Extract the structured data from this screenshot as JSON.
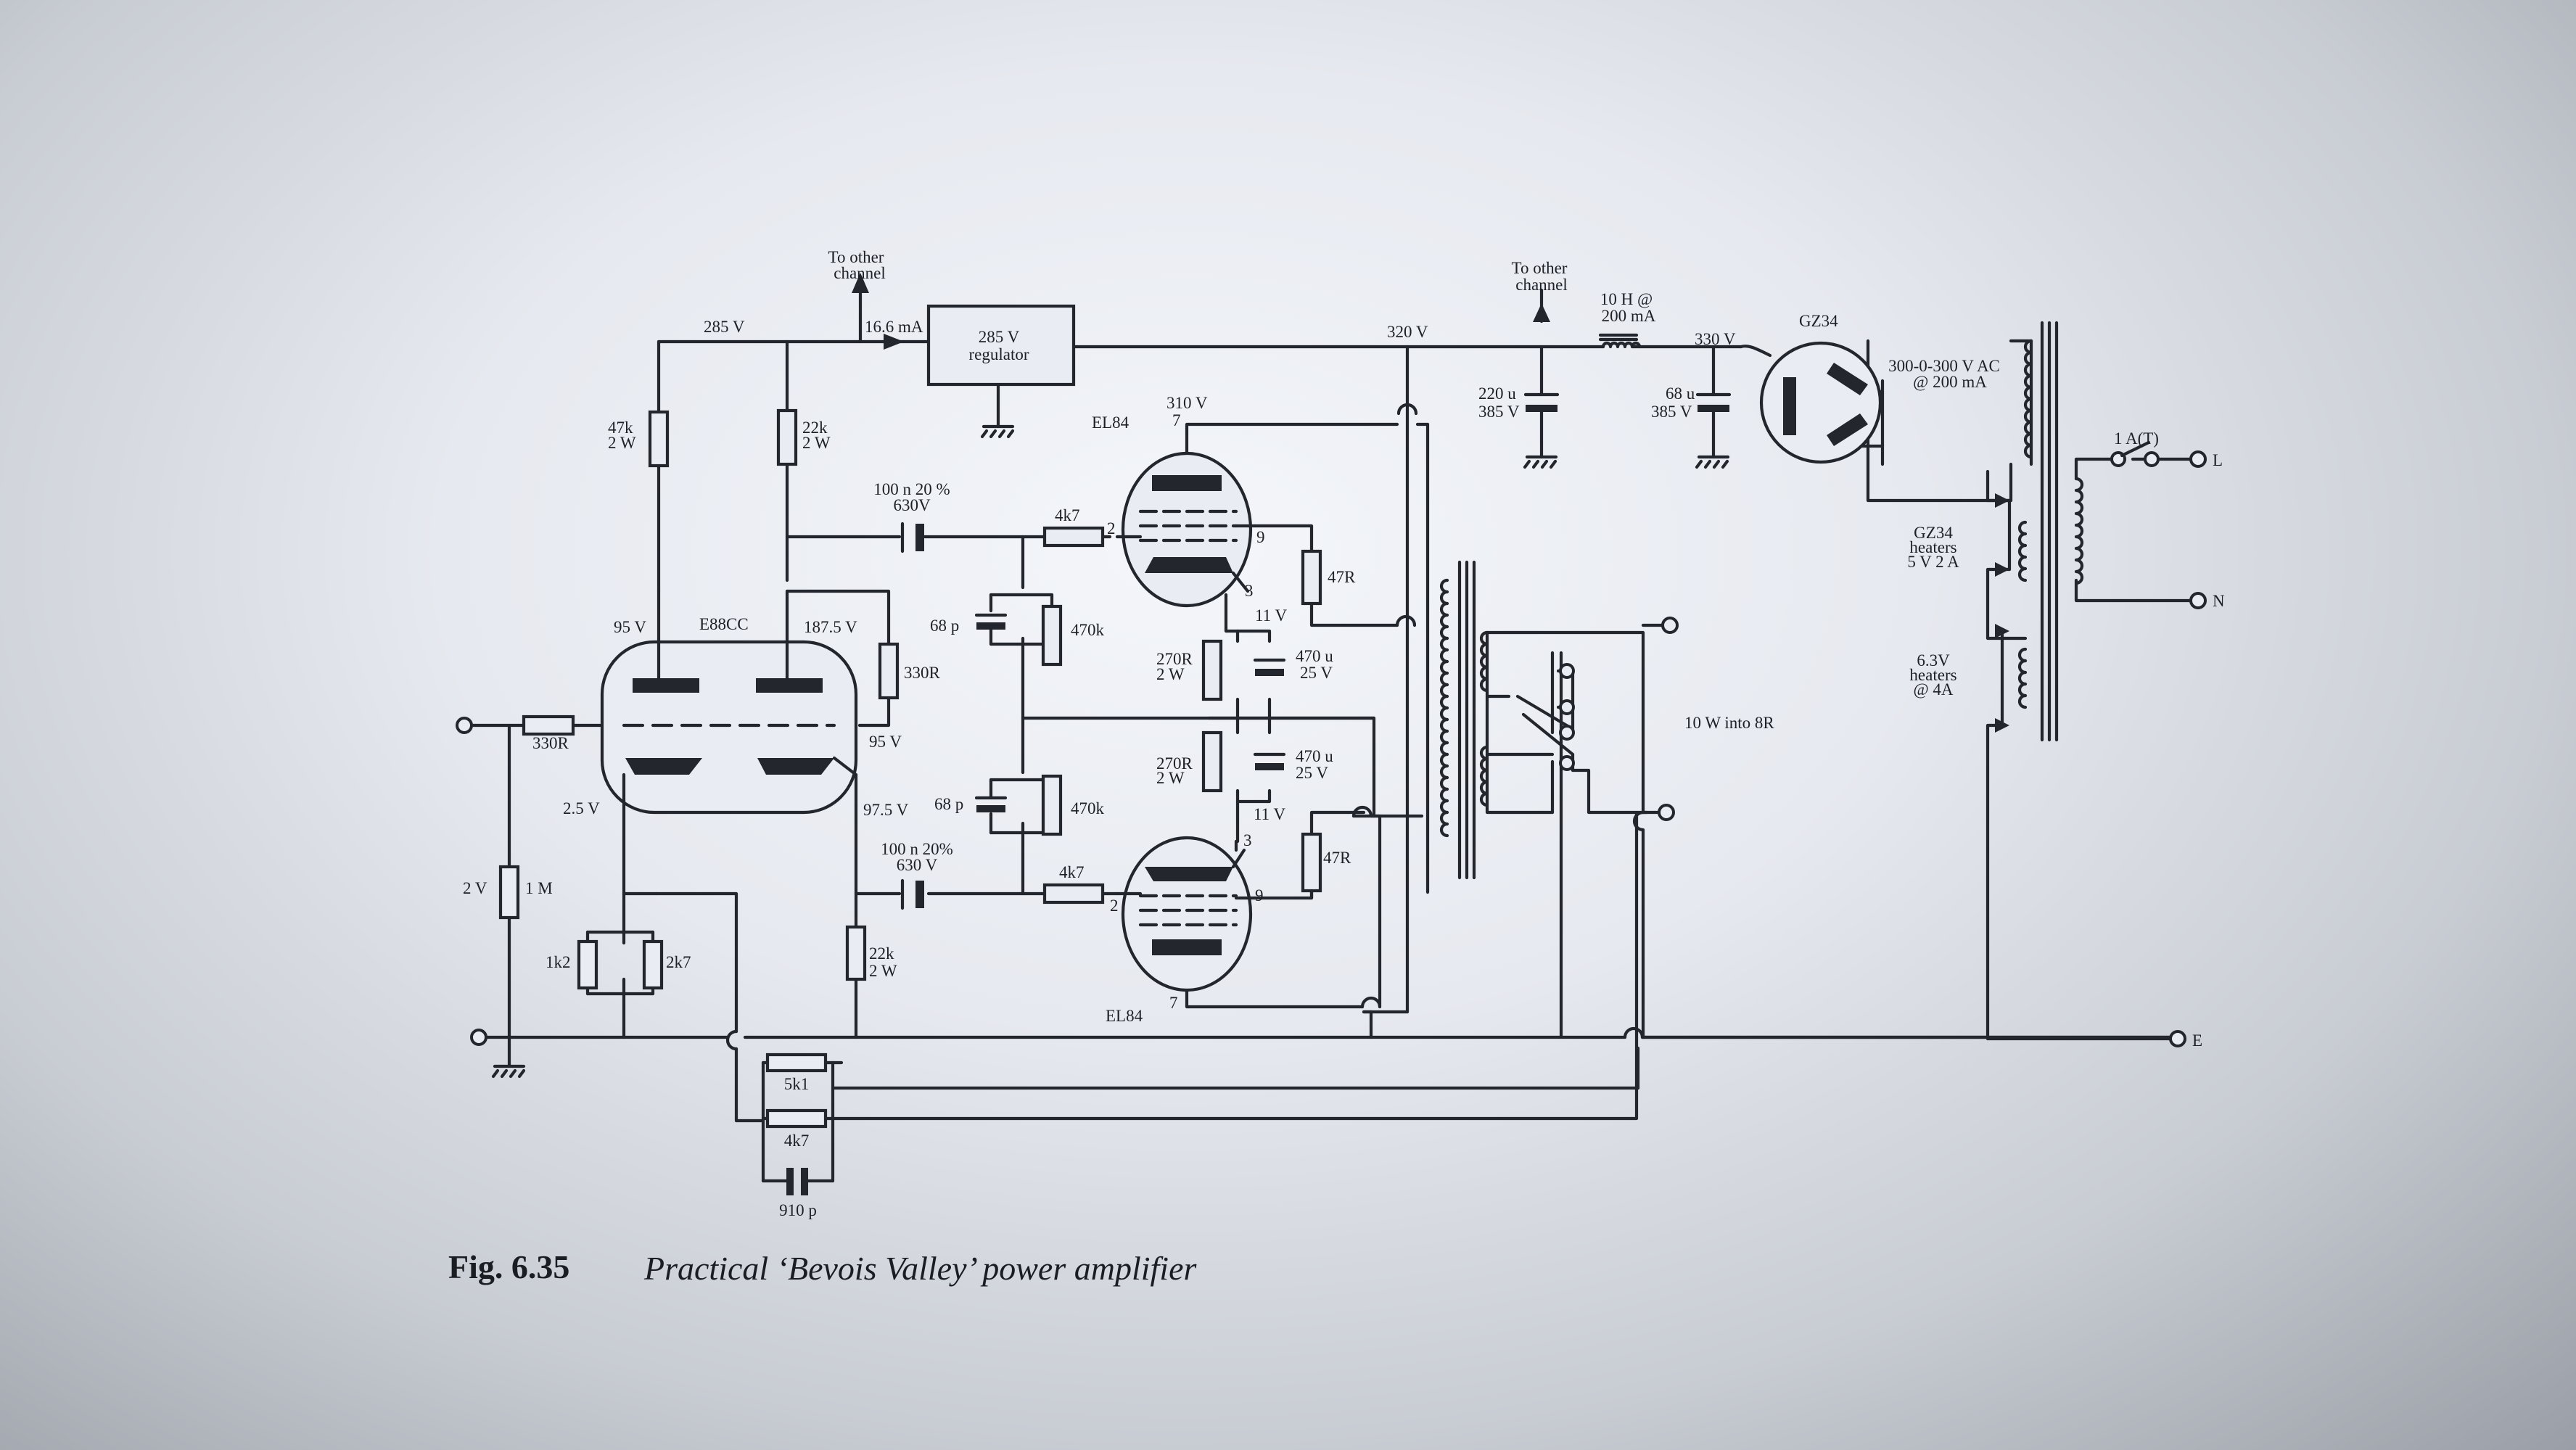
{
  "figure": {
    "number": "Fig. 6.35",
    "title": "Practical ‘Bevois Valley’ power amplifier"
  },
  "labels": {
    "to_other_channel_1": [
      "To other",
      "channel"
    ],
    "to_other_channel_2": [
      "To other",
      "channel"
    ],
    "current_16_6": "16.6 mA",
    "v285_top": "285 V",
    "regulator": [
      "285 V",
      "regulator"
    ],
    "v320": "320 V",
    "choke": [
      "10 H @",
      "200 mA"
    ],
    "v330": "330 V",
    "rectifier": "GZ34",
    "secondary": [
      "300-0-300 V AC",
      "@ 200 mA"
    ],
    "fuse": "1 A(T)",
    "line_L": "L",
    "line_N": "N",
    "earth_E": "E",
    "gz34_heaters": [
      "GZ34",
      "heaters",
      "5 V 2 A"
    ],
    "heaters_63": [
      "6.3V",
      "heaters",
      "@ 4A"
    ],
    "cap_220u": [
      "220 u",
      "385 V"
    ],
    "cap_68u": [
      "68 u",
      "385 V"
    ],
    "r47k": [
      "47k",
      "2 W"
    ],
    "r22k_top": [
      "22k",
      "2 W"
    ],
    "cap_100n_top": [
      "100 n 20 %",
      "630V"
    ],
    "r4k7_top": "4k7",
    "el84_top": "EL84",
    "v310": "310 V",
    "pin7_top": "7",
    "pin2_top": "2",
    "pin9_top": "9",
    "pin3_top": "3",
    "r47R_top": "47R",
    "v11_top": "11 V",
    "r270R_top": [
      "270R",
      "2 W"
    ],
    "cap_470u_top": [
      "470 u",
      "25 V"
    ],
    "e88cc": "E88CC",
    "v95_left": "95 V",
    "v187_5": "187.5 V",
    "r330R_right": "330R",
    "v95_right": "95 V",
    "c68p_top": "68 p",
    "r470k_top": "470k",
    "r330R_in": "330R",
    "v2_5": "2.5 V",
    "v97_5": "97.5 V",
    "c68p_bot": "68 p",
    "r470k_bot": "470k",
    "r270R_bot": [
      "270R",
      "2 W"
    ],
    "cap_470u_bot": [
      "470 u",
      "25 V"
    ],
    "v11_bot": "11 V",
    "cap_100n_bot": [
      "100 n 20%",
      "630 V"
    ],
    "r4k7_bot": "4k7",
    "pin3_bot": "3",
    "pin2_bot": "2",
    "pin9_bot": "9",
    "pin7_bot": "7",
    "r47R_bot": "47R",
    "el84_bot": "EL84",
    "v2": "2 V",
    "r1M": "1 M",
    "r1k2": "1k2",
    "r2k7": "2k7",
    "r22k_bot": [
      "22k",
      "2 W"
    ],
    "r5k1": "5k1",
    "r4k7_fb": "4k7",
    "c910p": "910 p",
    "output_rating": "10 W into 8R"
  }
}
